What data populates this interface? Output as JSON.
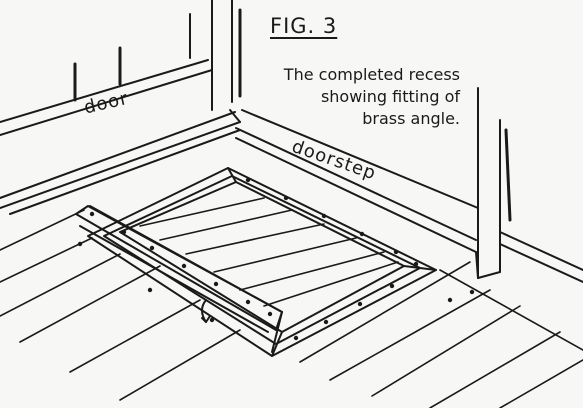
{
  "figure": {
    "title": "FIG. 3",
    "caption_lines": [
      "The completed recess",
      "showing fitting of",
      "brass angle."
    ],
    "labels": {
      "door": "door",
      "doorstep": "doorstep"
    }
  },
  "colors": {
    "ink": "#1a1a1a",
    "paper": "#f7f7f5"
  }
}
